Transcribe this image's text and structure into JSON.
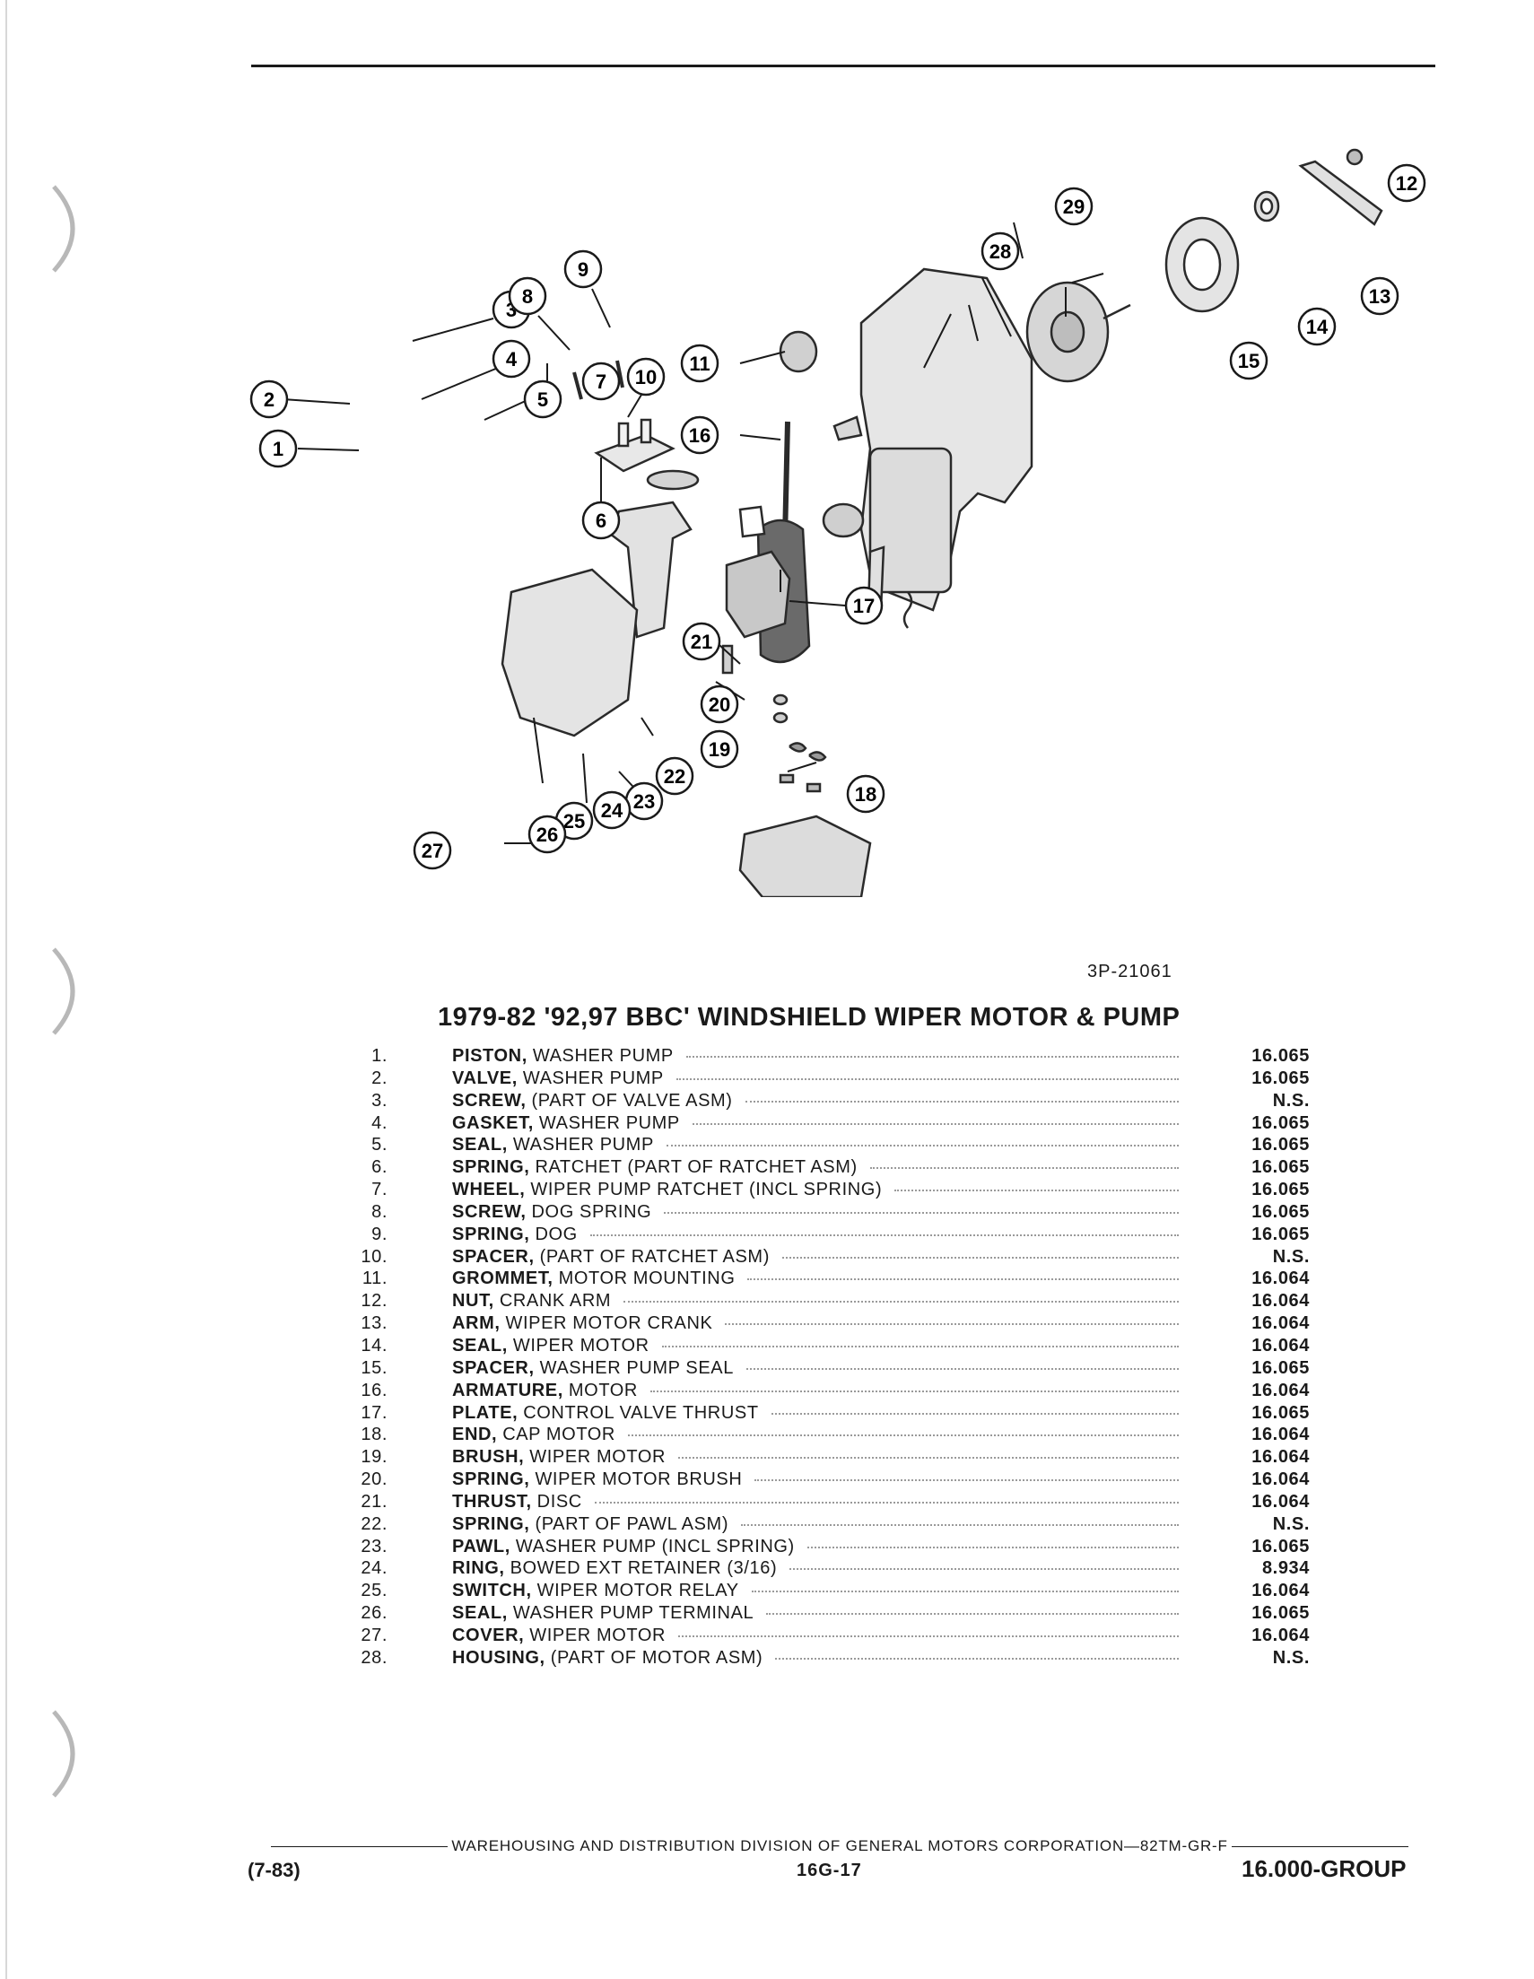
{
  "figure": {
    "code": "3P-21061",
    "callouts": [
      "1",
      "2",
      "3",
      "4",
      "5",
      "6",
      "7",
      "8",
      "9",
      "10",
      "11",
      "12",
      "13",
      "14",
      "15",
      "16",
      "17",
      "18",
      "19",
      "20",
      "21",
      "22",
      "23",
      "24",
      "25",
      "26",
      "27",
      "28",
      "29"
    ]
  },
  "parts": {
    "title": "1979-82 '92,97 BBC' WINDSHIELD WIPER MOTOR & PUMP",
    "items": [
      {
        "num": "1.",
        "noun": "PISTON,",
        "desc": "WASHER PUMP",
        "ref": "16.065"
      },
      {
        "num": "2.",
        "noun": "VALVE,",
        "desc": "WASHER PUMP",
        "ref": "16.065"
      },
      {
        "num": "3.",
        "noun": "SCREW,",
        "desc": "(PART OF VALVE ASM)",
        "ref": "N.S."
      },
      {
        "num": "4.",
        "noun": "GASKET,",
        "desc": "WASHER PUMP",
        "ref": "16.065"
      },
      {
        "num": "5.",
        "noun": "SEAL,",
        "desc": "WASHER PUMP",
        "ref": "16.065"
      },
      {
        "num": "6.",
        "noun": "SPRING,",
        "desc": "RATCHET (PART OF RATCHET ASM)",
        "ref": "16.065"
      },
      {
        "num": "7.",
        "noun": "WHEEL,",
        "desc": "WIPER PUMP RATCHET (INCL SPRING)",
        "ref": "16.065"
      },
      {
        "num": "8.",
        "noun": "SCREW,",
        "desc": "DOG SPRING",
        "ref": "16.065"
      },
      {
        "num": "9.",
        "noun": "SPRING,",
        "desc": "DOG",
        "ref": "16.065"
      },
      {
        "num": "10.",
        "noun": "SPACER,",
        "desc": "(PART OF RATCHET ASM)",
        "ref": "N.S."
      },
      {
        "num": "11.",
        "noun": "GROMMET,",
        "desc": "MOTOR MOUNTING",
        "ref": "16.064"
      },
      {
        "num": "12.",
        "noun": "NUT,",
        "desc": "CRANK ARM",
        "ref": "16.064"
      },
      {
        "num": "13.",
        "noun": "ARM,",
        "desc": "WIPER MOTOR CRANK",
        "ref": "16.064"
      },
      {
        "num": "14.",
        "noun": "SEAL,",
        "desc": "WIPER MOTOR",
        "ref": "16.064"
      },
      {
        "num": "15.",
        "noun": "SPACER,",
        "desc": "WASHER PUMP SEAL",
        "ref": "16.065"
      },
      {
        "num": "16.",
        "noun": "ARMATURE,",
        "desc": "MOTOR",
        "ref": "16.064"
      },
      {
        "num": "17.",
        "noun": "PLATE,",
        "desc": "CONTROL VALVE THRUST",
        "ref": "16.065"
      },
      {
        "num": "18.",
        "noun": "END,",
        "desc": "CAP MOTOR",
        "ref": "16.064"
      },
      {
        "num": "19.",
        "noun": "BRUSH,",
        "desc": "WIPER MOTOR",
        "ref": "16.064"
      },
      {
        "num": "20.",
        "noun": "SPRING,",
        "desc": "WIPER MOTOR BRUSH",
        "ref": "16.064"
      },
      {
        "num": "21.",
        "noun": "THRUST,",
        "desc": "DISC",
        "ref": "16.064"
      },
      {
        "num": "22.",
        "noun": "SPRING,",
        "desc": "(PART OF PAWL ASM)",
        "ref": "N.S."
      },
      {
        "num": "23.",
        "noun": "PAWL,",
        "desc": "WASHER PUMP (INCL SPRING)",
        "ref": "16.065"
      },
      {
        "num": "24.",
        "noun": "RING,",
        "desc": "BOWED EXT RETAINER (3/16)",
        "ref": "8.934"
      },
      {
        "num": "25.",
        "noun": "SWITCH,",
        "desc": "WIPER MOTOR RELAY",
        "ref": "16.064"
      },
      {
        "num": "26.",
        "noun": "SEAL,",
        "desc": "WASHER PUMP TERMINAL",
        "ref": "16.065"
      },
      {
        "num": "27.",
        "noun": "COVER,",
        "desc": "WIPER MOTOR",
        "ref": "16.064"
      },
      {
        "num": "28.",
        "noun": "HOUSING,",
        "desc": "(PART OF MOTOR ASM)",
        "ref": "N.S."
      }
    ]
  },
  "footer": {
    "division": "WAREHOUSING AND DISTRIBUTION  DIVISION OF GENERAL MOTORS CORPORATION—82TM-GR-F",
    "date": "(7-83)",
    "page": "16G-17",
    "group": "16.000-GROUP"
  }
}
